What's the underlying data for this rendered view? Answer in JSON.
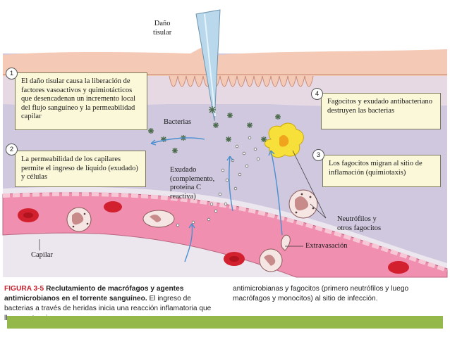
{
  "labels": {
    "tissue_damage": "Daño\ntisular",
    "bacteria": "Bacterias",
    "exudate": "Exudado\n(complemento,\nproteína C\nreactiva)",
    "neutrophils": "Neutrófilos y\notros fagocitos",
    "extravasation": "Extravasación",
    "capillary": "Capilar"
  },
  "steps": [
    {
      "number": "1",
      "text": "El daño tisular causa la liberación de factores vasoactivos y quimiotácticos que desencadenan un incremento local del flujo sanguíneo y la permeabilidad capilar"
    },
    {
      "number": "2",
      "text": "La permeabilidad de los capilares permite el ingreso de líquido (exudado) y células"
    },
    {
      "number": "3",
      "text": "Los fagocitos migran al sitio de inflamación (quimiotaxis)"
    },
    {
      "number": "4",
      "text": "Fagocitos y exudado antibacteriano destruyen las bacterias"
    }
  ],
  "caption": {
    "figure_label": "FIGURA 3-5",
    "title": "Reclutamiento de macrófagos y agentes antimicrobianos en el torrente sanguíneo.",
    "text_left_rest": "El ingreso de bacterias a través de heridas inicia una reacción inflamatoria que lleva sustancias",
    "text_right": "antimicrobianas y fagocitos (primero neutrófilos y luego macrófagos y monocitos) al sitio de infección."
  },
  "colors": {
    "tissue": "#cfc8df",
    "skin": "#f4c9b5",
    "capillary": "#f08fb0",
    "box": "#fbf7d9",
    "caption_label": "#c8202e",
    "bottom_bar": "#95b84a"
  }
}
